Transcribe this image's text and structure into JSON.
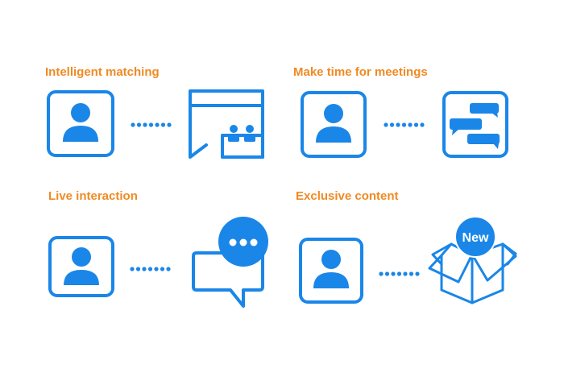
{
  "features": [
    {
      "title": "Intelligent matching",
      "icon": "booth-icon"
    },
    {
      "title": "Make time for meetings",
      "icon": "chat-bubbles-icon"
    },
    {
      "title": "Live interaction",
      "icon": "speech-bubble-icon"
    },
    {
      "title": "Exclusive content",
      "icon": "new-box-icon"
    }
  ],
  "badge": {
    "new_label": "New"
  },
  "colors": {
    "accent": "#f08a24",
    "primary": "#1a86e8",
    "background": "#ffffff"
  }
}
